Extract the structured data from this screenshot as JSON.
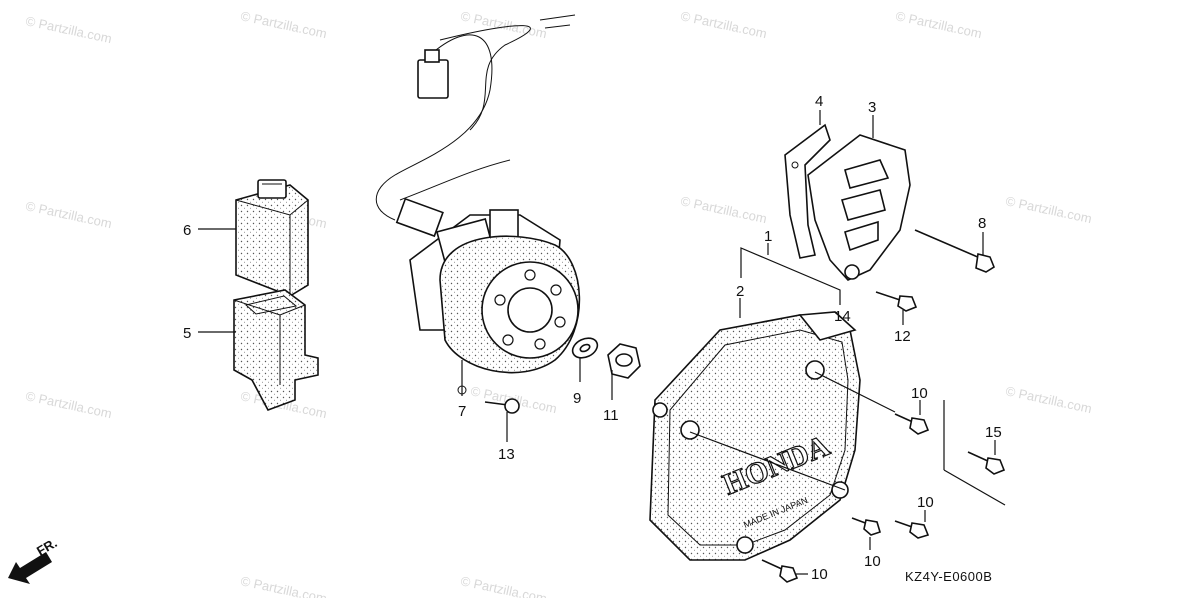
{
  "diagram": {
    "code": "KZ4Y-E0600B",
    "watermark": "© Partzilla.com",
    "front_arrow_label": "FR.",
    "cover_brand": "HONDA",
    "cover_origin": "MADE IN JAPAN",
    "callouts": {
      "p1": "1",
      "p2": "2",
      "p3": "3",
      "p4": "4",
      "p5": "5",
      "p6": "6",
      "p7": "7",
      "p8": "8",
      "p9": "9",
      "p10a": "10",
      "p10b": "10",
      "p10c": "10",
      "p10d": "10",
      "p11": "11",
      "p12": "12",
      "p13": "13",
      "p14": "14",
      "p15": "15"
    }
  }
}
